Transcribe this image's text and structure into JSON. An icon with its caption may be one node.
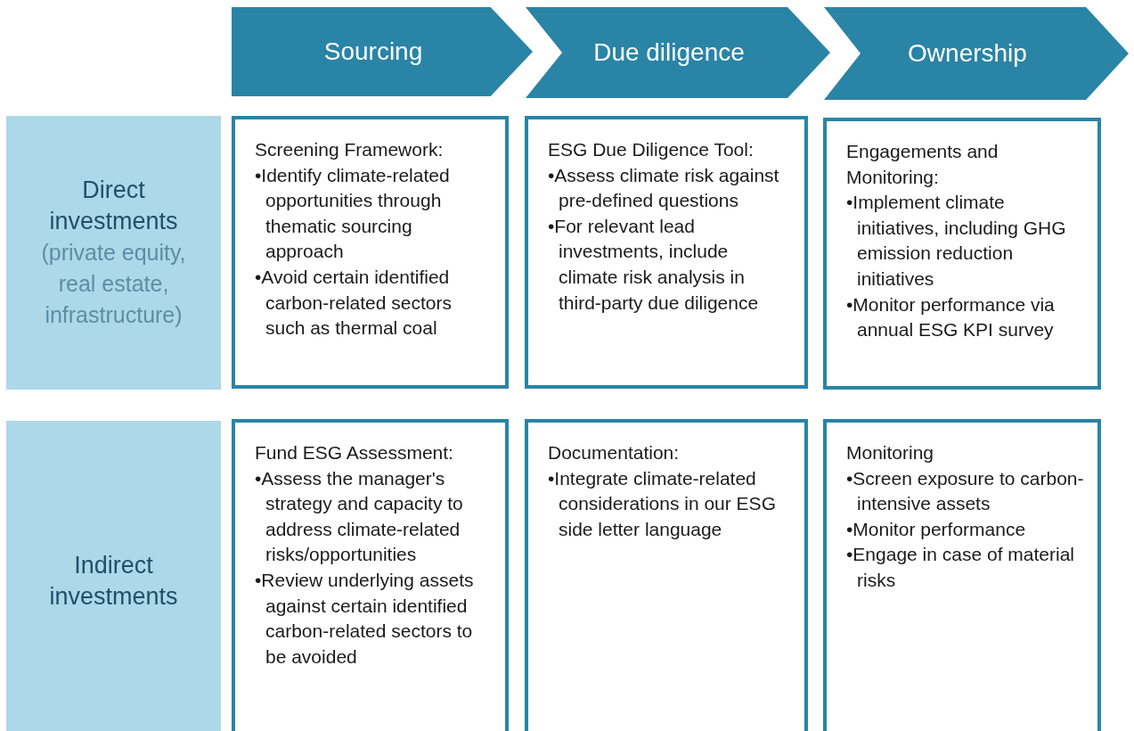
{
  "diagram": {
    "nodes": [
      {
        "text": [
          "Sourcing"
        ]
      },
      {
        "text": [
          "Due diligence"
        ]
      },
      {
        "text": [
          "Ownership"
        ]
      },
      {
        "text": [
          "Direct investments",
          "(private equity, real estate, infrastructure)"
        ]
      },
      {
        "text": [
          "Indirect investments"
        ]
      },
      {
        "text": [
          "Screening Framework:",
          "•Identify climate-related opportunities through thematic sourcing approach",
          "•Avoid certain identified carbon-related sectors such as thermal coal"
        ]
      },
      {
        "text": [
          "ESG Due Diligence Tool:",
          "•Assess climate risk against pre-defined questions",
          "•For relevant lead investments, include climate risk analysis in third-party due diligence"
        ]
      },
      {
        "text": [
          "Engagements and Monitoring:",
          "•Implement climate initiatives, including GHG emission reduction initiatives",
          "•Monitor performance via annual ESG KPI survey"
        ]
      },
      {
        "text": [
          "Fund ESG Assessment:",
          "•Assess the manager's strategy and capacity to address climate-related risks/opportunities",
          "•Review underlying assets against certain identified carbon-related sectors to be avoided"
        ]
      },
      {
        "text": [
          "Documentation:",
          "•Integrate climate-related considerations in our ESG side letter language"
        ]
      },
      {
        "text": [
          "Monitoring",
          "•Screen exposure to carbon-intensive assets",
          "•Monitor performance",
          "•Engage in case of material risks"
        ]
      }
    ],
    "edges": []
  }
}
